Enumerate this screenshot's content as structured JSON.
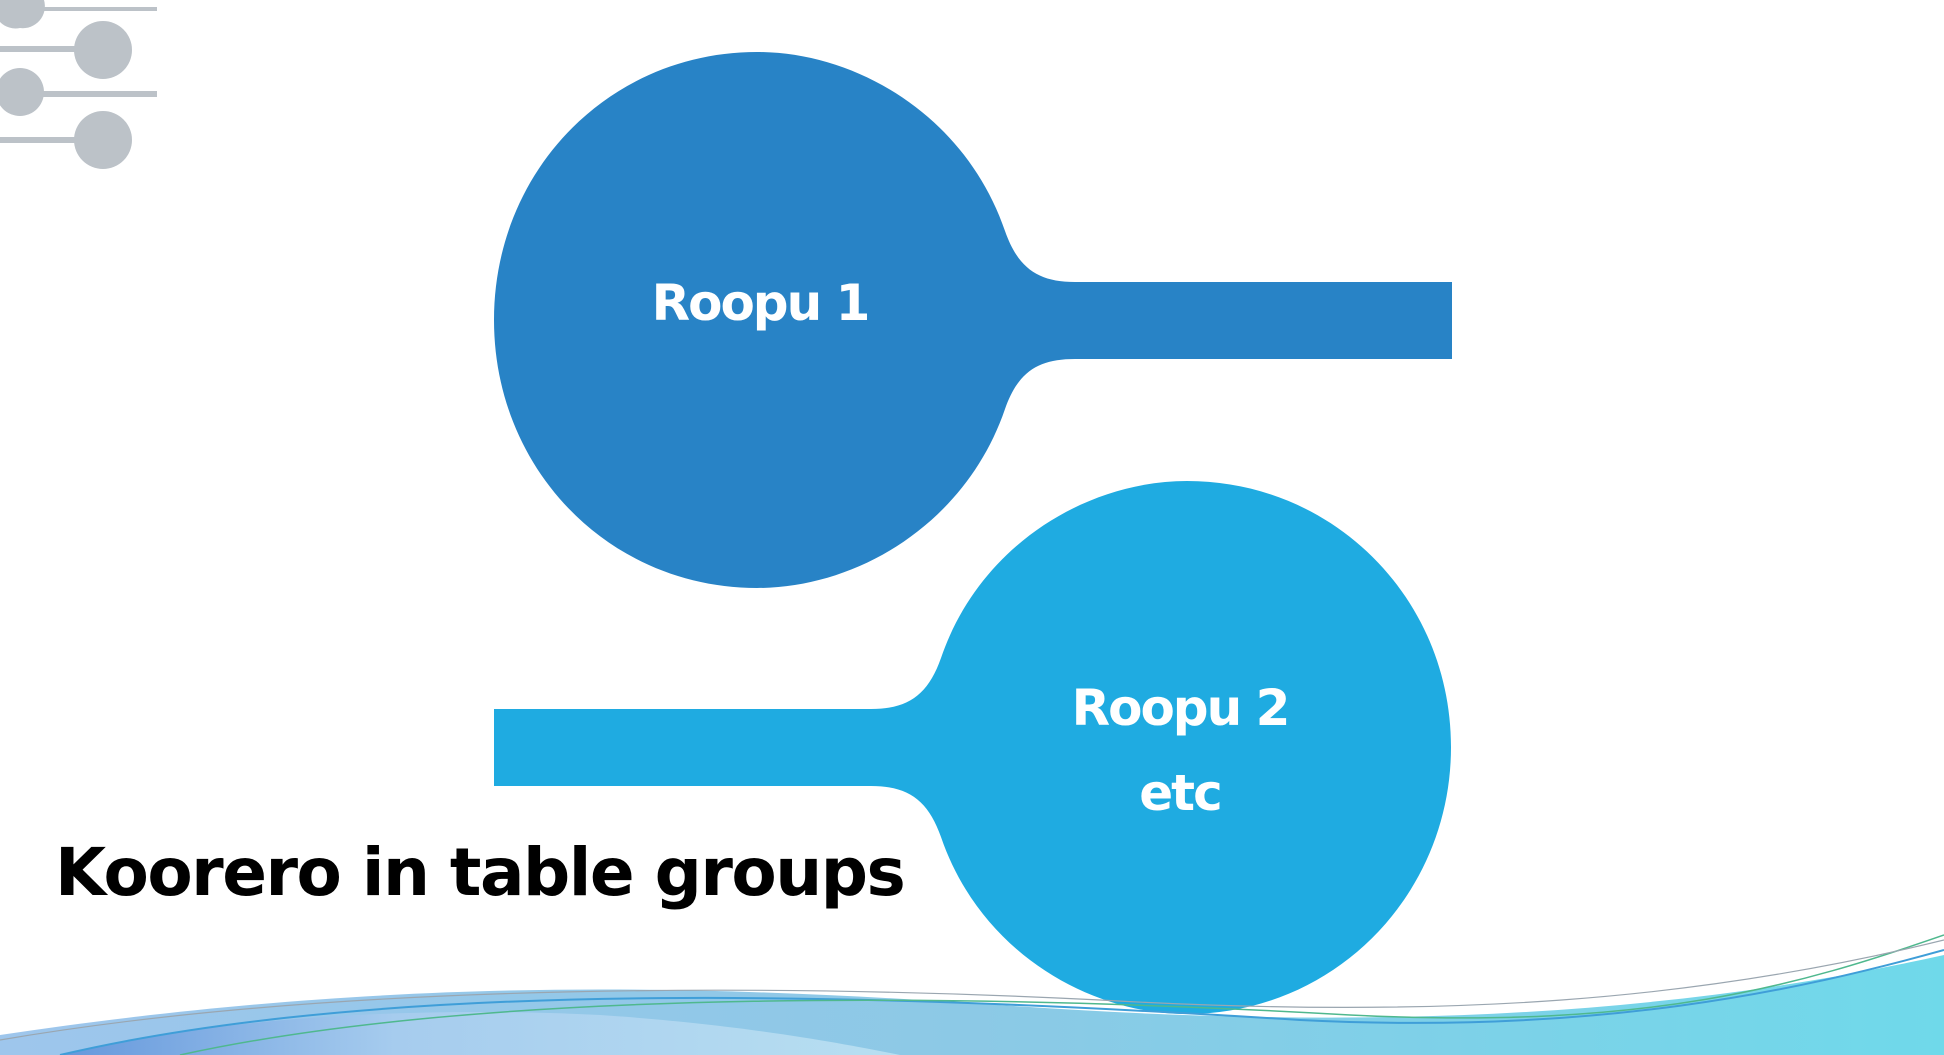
{
  "slide": {
    "title": "Koorero in table groups",
    "groups": [
      {
        "label": "Roopu 1",
        "color": "#2883c6"
      },
      {
        "label": "Roopu 2",
        "sublabel": "etc",
        "color": "#1fabe1"
      }
    ]
  },
  "decoration": {
    "corner_icon": "pin-connector-icon",
    "corner_icon_color": "#bcc2c8",
    "footer": "wave-band",
    "footer_colors": [
      "#6fd3e6",
      "#8fbfe8",
      "#1fabe1"
    ]
  }
}
